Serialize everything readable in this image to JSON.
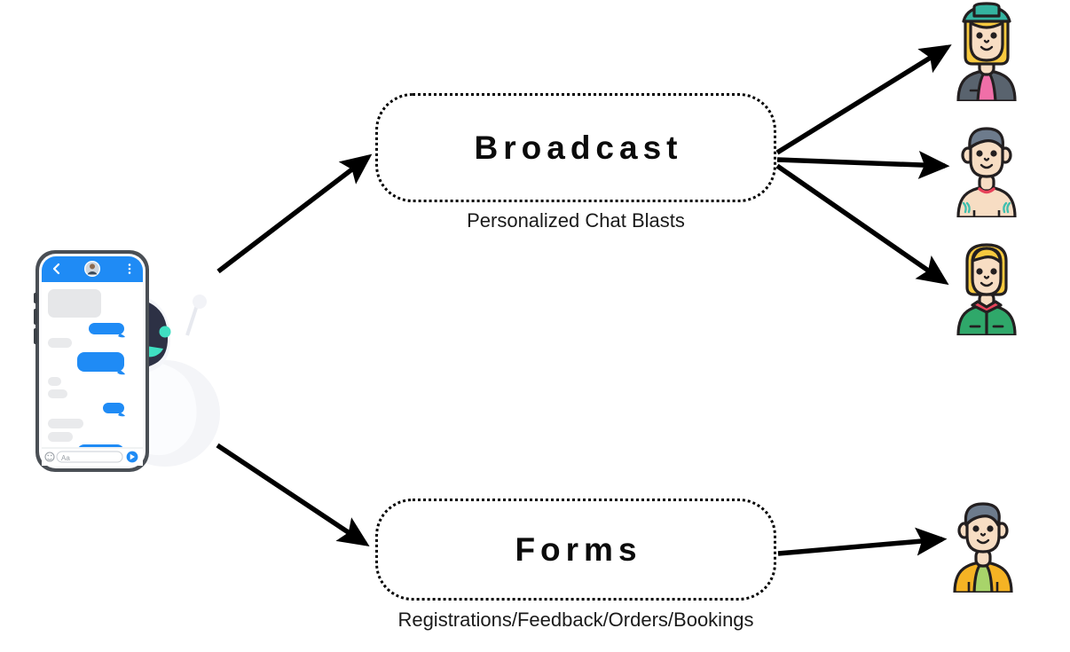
{
  "diagram": {
    "title": "Chatbot broadcast and forms flow",
    "source_device": {
      "name": "chat-phone-mockup",
      "header": {
        "back_icon": "chevron-left-icon",
        "contact_avatar": "contact-avatar",
        "menu_icon": "kebab-menu-icon"
      },
      "input_bar": {
        "emoji_icon": "emoji-icon",
        "placeholder": "Aa",
        "send_icon": "send-icon"
      },
      "messages": [
        {
          "side": "incoming",
          "w": 100,
          "h": 40
        },
        {
          "side": "outgoing",
          "w": 66,
          "h": 20
        },
        {
          "side": "incoming",
          "w": 48,
          "h": 17
        },
        {
          "side": "outgoing",
          "w": 82,
          "h": 28
        },
        {
          "side": "incoming",
          "w": 25,
          "h": 14
        },
        {
          "side": "incoming",
          "w": 34,
          "h": 14
        },
        {
          "side": "outgoing",
          "w": 36,
          "h": 15
        },
        {
          "side": "incoming",
          "w": 64,
          "h": 15
        },
        {
          "side": "incoming",
          "w": 46,
          "h": 15
        },
        {
          "side": "outgoing",
          "w": 82,
          "h": 26
        }
      ],
      "mascot": "robot-assistant-icon"
    },
    "nodes": [
      {
        "id": "broadcast",
        "title": "Broadcast",
        "caption": "Personalized Chat Blasts"
      },
      {
        "id": "forms",
        "title": "Forms",
        "caption": "Registrations/Feedback/Orders/Bookings"
      }
    ],
    "recipients": [
      {
        "id": "avatar-1",
        "name": "blonde-woman-with-teal-hat-avatar"
      },
      {
        "id": "avatar-2",
        "name": "man-with-red-necklace-avatar"
      },
      {
        "id": "avatar-3",
        "name": "woman-with-green-jacket-avatar"
      },
      {
        "id": "avatar-4",
        "name": "man-with-yellow-jacket-avatar"
      }
    ],
    "connections": [
      {
        "from": "phone",
        "to": "broadcast"
      },
      {
        "from": "phone",
        "to": "forms"
      },
      {
        "from": "broadcast",
        "to": "avatar-1"
      },
      {
        "from": "broadcast",
        "to": "avatar-2"
      },
      {
        "from": "broadcast",
        "to": "avatar-3"
      },
      {
        "from": "forms",
        "to": "avatar-4"
      }
    ],
    "colors": {
      "line": "#000000",
      "box_border": "#000000",
      "chat_outgoing": "#1f8bf5",
      "chat_incoming": "#e6e7e9",
      "phone_header": "#1f8bf5",
      "phone_frame": "#4a4f55",
      "robot_face": "#2d3145",
      "robot_accent": "#3fdfc2",
      "skin": "#f7ddc3",
      "hair_blonde": "#f7c93f",
      "hair_gray": "#6d7b8c",
      "jacket_green": "#2fa86a",
      "jacket_yellow": "#f5b324",
      "shirt_pink": "#f06fa8",
      "hat_teal": "#34b3a0"
    }
  }
}
